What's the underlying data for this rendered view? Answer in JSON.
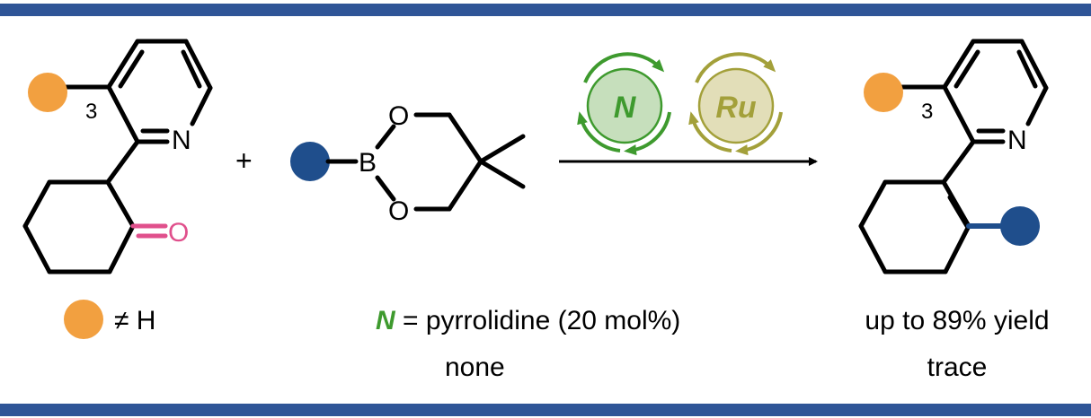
{
  "colors": {
    "frame_bar": "#2f5597",
    "substituent_orange": "#f2a040",
    "substituent_blue": "#1f4e8c",
    "carbonyl_pink": "#e0508c",
    "catalyst_n_green": "#3e9a2e",
    "catalyst_ru_olive": "#a3a03a"
  },
  "reactant1": {
    "position_label": "3",
    "nitrogen": "N",
    "oxygen": "O"
  },
  "plus_sign": "+",
  "reactant2": {
    "boron": "B",
    "oxygen_top": "O",
    "oxygen_bottom": "O"
  },
  "catalysts": {
    "n_label": "N",
    "ru_label": "Ru"
  },
  "product": {
    "position_label": "3",
    "nitrogen": "N"
  },
  "legend": {
    "substituent_note": "≠ H"
  },
  "conditions": {
    "n_symbol": "N",
    "n_definition": " = pyrrolidine (20 mol%)",
    "alternative": "none"
  },
  "results": {
    "with_catalyst": "up to 89% yield",
    "without_catalyst": "trace"
  }
}
